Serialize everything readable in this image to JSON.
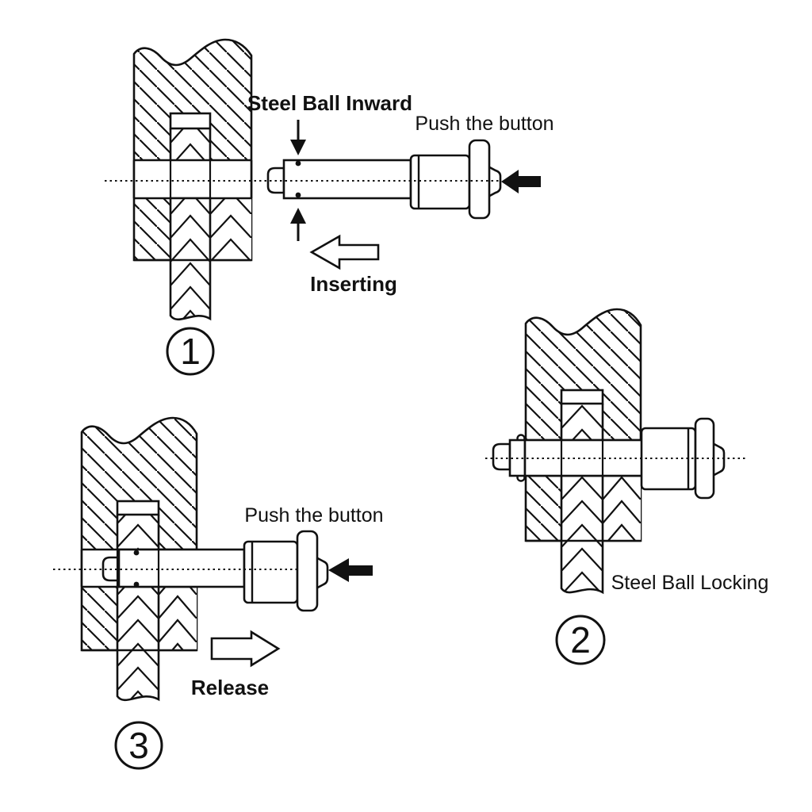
{
  "colors": {
    "background": "#ffffff",
    "ink": "#111111"
  },
  "figure": {
    "steps": [
      {
        "number": "1",
        "steel_ball_label": "Steel Ball Inward",
        "push_label": "Push the button",
        "action_label": "Inserting"
      },
      {
        "number": "2",
        "steel_ball_label": "Steel Ball Locking"
      },
      {
        "number": "3",
        "push_label": "Push the button",
        "action_label": "Release"
      }
    ]
  }
}
